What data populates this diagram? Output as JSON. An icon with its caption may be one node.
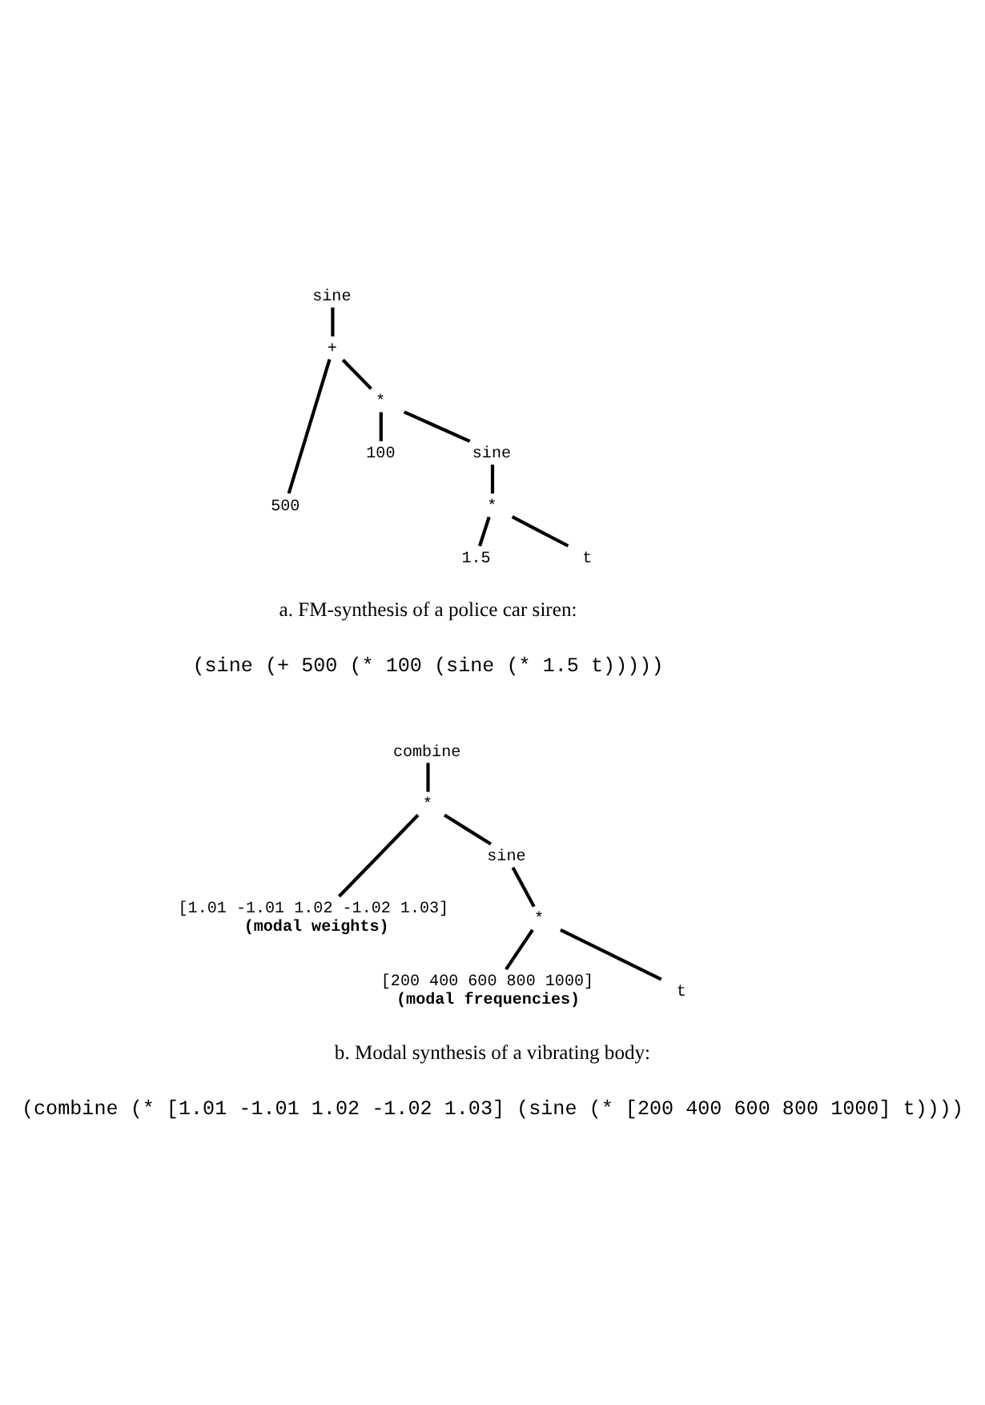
{
  "diagram": {
    "nodes": [
      {
        "text": [
          "sine"
        ]
      },
      {
        "text": [
          "+"
        ]
      },
      {
        "text": [
          "500"
        ]
      },
      {
        "text": [
          "*"
        ]
      },
      {
        "text": [
          "100"
        ]
      },
      {
        "text": [
          "sine"
        ]
      },
      {
        "text": [
          "*"
        ]
      },
      {
        "text": [
          "1.5"
        ]
      },
      {
        "text": [
          "t"
        ]
      },
      {
        "text": [
          "combine"
        ]
      },
      {
        "text": [
          "*"
        ]
      },
      {
        "text": [
          "[1.01 -1.01 1.02 -1.02 1.03]"
        ],
        "beside": [
          "(modal weights)"
        ]
      },
      {
        "text": [
          "sine"
        ]
      },
      {
        "text": [
          "*"
        ]
      },
      {
        "text": [
          "[200 400 600 800 1000]"
        ],
        "beside": [
          "(modal frequencies)"
        ]
      },
      {
        "text": [
          "t"
        ]
      }
    ],
    "edges": [
      {
        "from": 0,
        "to": 1,
        "arrow": "none"
      },
      {
        "from": 1,
        "to": 2,
        "arrow": "none"
      },
      {
        "from": 1,
        "to": 3,
        "arrow": "none"
      },
      {
        "from": 3,
        "to": 4,
        "arrow": "none"
      },
      {
        "from": 3,
        "to": 5,
        "arrow": "none"
      },
      {
        "from": 5,
        "to": 6,
        "arrow": "none"
      },
      {
        "from": 6,
        "to": 7,
        "arrow": "none"
      },
      {
        "from": 6,
        "to": 8,
        "arrow": "none"
      },
      {
        "from": 9,
        "to": 10,
        "arrow": "none"
      },
      {
        "from": 10,
        "to": 11,
        "arrow": "none"
      },
      {
        "from": 10,
        "to": 12,
        "arrow": "none"
      },
      {
        "from": 12,
        "to": 13,
        "arrow": "none"
      },
      {
        "from": 13,
        "to": 14,
        "arrow": "none"
      },
      {
        "from": 13,
        "to": 15,
        "arrow": "none"
      }
    ],
    "labels": [
      "a. FM-synthesis of a police car siren:",
      "(sine (+ 500 (* 100 (sine (* 1.5 t)))))",
      "b. Modal synthesis of a vibrating body:",
      "(combine (* [1.01 -1.01 1.02 -1.02 1.03] (sine (* [200 400 600 800 1000] t))))"
    ]
  }
}
